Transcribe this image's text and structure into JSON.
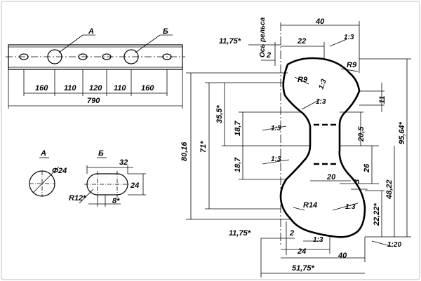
{
  "elevation": {
    "callout_a": "А",
    "callout_b": "Б",
    "dims": [
      "160",
      "110",
      "120",
      "110",
      "160"
    ],
    "total": "790"
  },
  "hole_a": {
    "title": "А",
    "diameter": "Φ24"
  },
  "hole_b": {
    "title": "Б",
    "length": "32",
    "height": "24",
    "radius": "R12*",
    "offset": "8*"
  },
  "section": {
    "axis_label": "Ось рельса",
    "top_40": "40",
    "top_22": "22",
    "left_1175": "11,75*",
    "left_2": "2",
    "slope_top": "1:3",
    "slope_r9_left": "1:3",
    "slope_mid": "1:3",
    "r9_left": "R9",
    "r9_right": "R9",
    "dim_11": "11",
    "h_8016": "80,16",
    "h_71": "71*",
    "h_355": "35,5*",
    "h_187_a": "18,7",
    "h_187_b": "18,7",
    "slope_web_upper": "1:3",
    "slope_web_lower": "1:3",
    "web_205": "20,5",
    "web_26": "26",
    "web_20": "20",
    "web_3": "3",
    "h_9564": "95,64*",
    "h_4822": "48,22",
    "h_2222": "22,22*",
    "r14": "R14",
    "slope_base": "1:3",
    "slope_bottom": "1:3",
    "slope_120": "1:20",
    "bottom_1175": "11,75*",
    "bottom_2": "2",
    "bottom_24": "24",
    "bottom_40": "40",
    "bottom_5175": "51,75*"
  }
}
